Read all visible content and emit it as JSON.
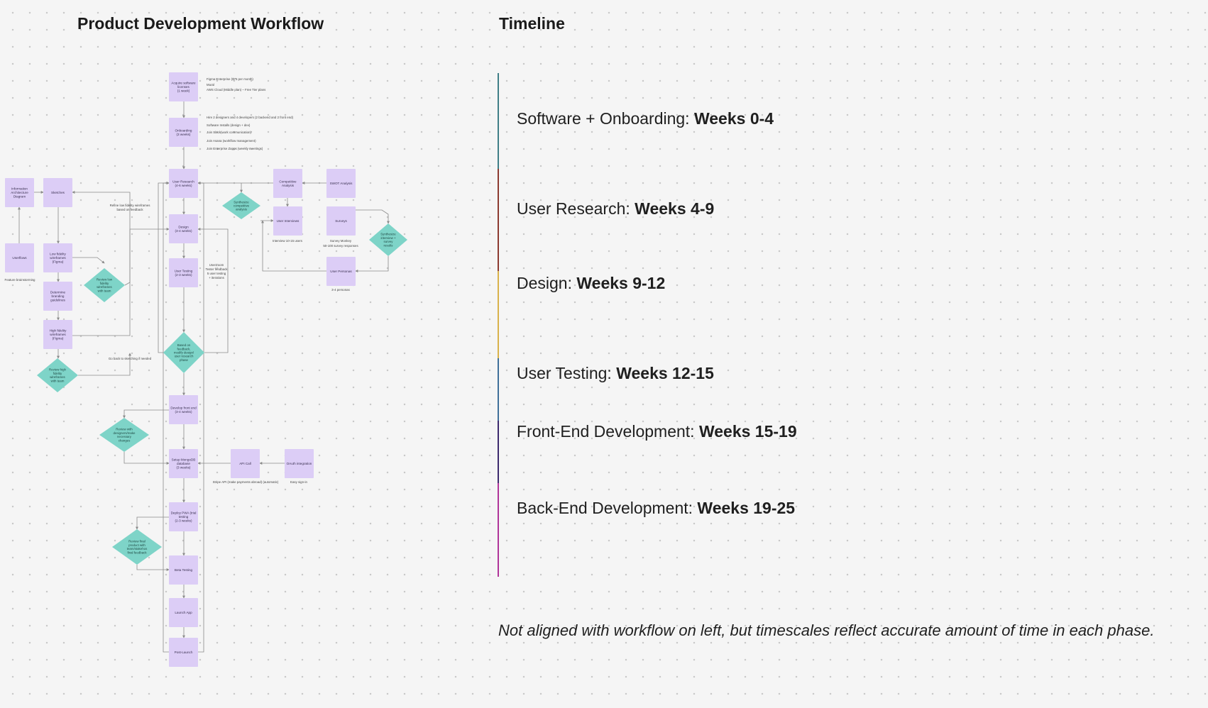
{
  "titles": {
    "workflow": "Product Development Workflow",
    "timeline": "Timeline"
  },
  "colors": {
    "process_box": "#dccdf6",
    "decision_diamond": "#7ed4c8",
    "connector": "#8a8a8a",
    "background": "#f5f5f5"
  },
  "workflow": {
    "boxes": [
      {
        "id": "purchase",
        "lines": [
          "Acquire software",
          "licenses",
          "(1 week)"
        ]
      },
      {
        "id": "onboarding",
        "lines": [
          "Onboarding",
          "(3 weeks)"
        ]
      },
      {
        "id": "user_research",
        "lines": [
          "User Research",
          "(4-6 weeks)"
        ]
      },
      {
        "id": "design",
        "lines": [
          "Design",
          "(3-4 weeks)"
        ]
      },
      {
        "id": "user_testing",
        "lines": [
          "User Testing",
          "(2-3 weeks)"
        ]
      },
      {
        "id": "frontend",
        "lines": [
          "Develop front end",
          "(3-4 weeks)"
        ]
      },
      {
        "id": "backend",
        "lines": [
          "Setup MongoDB",
          "database",
          "(3 weeks)"
        ]
      },
      {
        "id": "deploy",
        "lines": [
          "Deploy PWA (trial",
          "testing",
          "(2-3 weeks)"
        ]
      },
      {
        "id": "beta",
        "lines": [
          "Beta Testing"
        ]
      },
      {
        "id": "launch",
        "lines": [
          "Launch App"
        ]
      },
      {
        "id": "post_launch",
        "lines": [
          "Post-Launch"
        ]
      },
      {
        "id": "competitive",
        "lines": [
          "Competitive",
          "Analysis"
        ]
      },
      {
        "id": "swot",
        "lines": [
          "SWOT Analysis"
        ]
      },
      {
        "id": "interviews",
        "lines": [
          "User Interviews"
        ]
      },
      {
        "id": "surveys",
        "lines": [
          "Surveys"
        ]
      },
      {
        "id": "personas",
        "lines": [
          "User Personas"
        ]
      },
      {
        "id": "ia",
        "lines": [
          "Information",
          "Architecture",
          "Diagram"
        ]
      },
      {
        "id": "sketches",
        "lines": [
          "Sketches"
        ]
      },
      {
        "id": "lofi",
        "lines": [
          "Low fidelity",
          "wireframes",
          "(Figma)"
        ]
      },
      {
        "id": "branding",
        "lines": [
          "Determine",
          "branding",
          "guidelines"
        ]
      },
      {
        "id": "hifi",
        "lines": [
          "High fidelity",
          "wireframes",
          "(Figma)"
        ]
      },
      {
        "id": "userflows",
        "lines": [
          "Userflows"
        ]
      },
      {
        "id": "api",
        "lines": [
          "API Call"
        ]
      },
      {
        "id": "oauth",
        "lines": [
          "OAuth integration"
        ]
      }
    ],
    "diamonds": [
      {
        "id": "synth_comp",
        "lines": [
          "Synthesize",
          "competitive",
          "analysis"
        ]
      },
      {
        "id": "synth_interviews",
        "lines": [
          "Synthesize",
          "interview +",
          "survey",
          "results"
        ]
      },
      {
        "id": "review_lofi",
        "lines": [
          "Review low",
          "fidelity",
          "wireframes",
          "with team"
        ]
      },
      {
        "id": "review_hifi",
        "lines": [
          "Review high",
          "fidelity",
          "wireframes",
          "with team"
        ]
      },
      {
        "id": "iterate",
        "lines": [
          "Based on",
          "feedback,",
          "modify design/",
          "user research",
          "phase"
        ]
      },
      {
        "id": "review_dev",
        "lines": [
          "Review with",
          "designers/make",
          "necessary",
          "changes"
        ]
      },
      {
        "id": "review_final",
        "lines": [
          "Review final",
          "product with",
          "team/stakehos",
          "final feedback"
        ]
      }
    ],
    "notes": [
      {
        "id": "software_1",
        "text": "Figma Enterprise ($75 per month)"
      },
      {
        "id": "software_2",
        "text": "Mural"
      },
      {
        "id": "software_3",
        "text": "AWS Cloud (Middle plan) – Free Tier plans"
      },
      {
        "id": "onb_1",
        "text": "Hire 2 designers and 4 developers (2 backend and 2 front end)"
      },
      {
        "id": "onb_2",
        "text": "Software Installs (design + dev)"
      },
      {
        "id": "onb_3",
        "text": "Join Slack(work communication)"
      },
      {
        "id": "onb_4",
        "text": "Join Asana (workflow management)"
      },
      {
        "id": "onb_5",
        "text": "Join Enterprise Zapps (weekly meetings)"
      },
      {
        "id": "refine_1",
        "text": "Refine low fidelity wireframes"
      },
      {
        "id": "refine_2",
        "text": "based on feedback"
      },
      {
        "id": "goback",
        "text": "Go back to sketching if needed"
      },
      {
        "id": "features",
        "text": "Feature brainstorming"
      },
      {
        "id": "interviews_note",
        "text": "Interview 10-15 users"
      },
      {
        "id": "survey_note_1",
        "text": "Survey Monkey"
      },
      {
        "id": "survey_note_2",
        "text": "50-100 survey responses"
      },
      {
        "id": "personas_note",
        "text": "3-4 personas"
      },
      {
        "id": "testing_1",
        "text": "UserZoom"
      },
      {
        "id": "testing_2",
        "text": "Tester feedback"
      },
      {
        "id": "testing_3",
        "text": "5 user testing"
      },
      {
        "id": "testing_4",
        "text": "+ iterations"
      },
      {
        "id": "api_note",
        "text": "Stripe API (make payments abroad) (automatic)"
      },
      {
        "id": "oauth_note",
        "text": "Easy sign-in"
      }
    ]
  },
  "timeline": {
    "phases": [
      {
        "name": "Software + Onboarding: ",
        "weeks": "Weeks 0-4",
        "color": "#3f7e86"
      },
      {
        "name": "User Research: ",
        "weeks": "Weeks 4-9",
        "color": "#8c3a30"
      },
      {
        "name": "Design: ",
        "weeks": "Weeks 9-12",
        "color": "#d9b24a"
      },
      {
        "name": "User Testing: ",
        "weeks": "Weeks 12-15",
        "color": "#3f6f9a"
      },
      {
        "name": "Front-End Development: ",
        "weeks": "Weeks 15-19",
        "color": "#3d2a6e"
      },
      {
        "name": "Back-End Development: ",
        "weeks": "Weeks 19-25",
        "color": "#b0349a"
      }
    ]
  },
  "footnote": "Not aligned with workflow on left, but timescales reflect accurate amount of time in each phase."
}
